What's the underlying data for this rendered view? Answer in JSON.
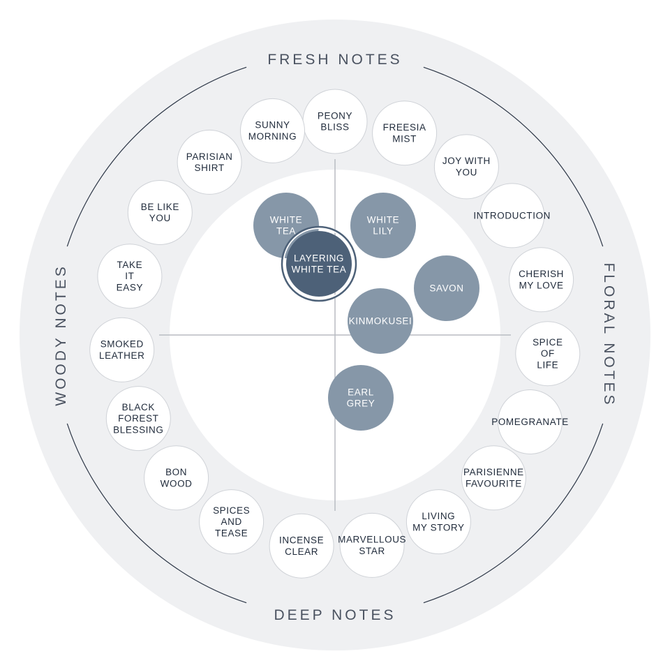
{
  "sections": {
    "top": "FRESH NOTES",
    "right": "FLORAL NOTES",
    "bottom": "DEEP NOTES",
    "left": "WOODY NOTES"
  },
  "scents": [
    {
      "id": "peony-bliss",
      "lines": [
        "PEONY",
        "BLISS"
      ]
    },
    {
      "id": "freesia-mist",
      "lines": [
        "FREESIA",
        "MIST"
      ]
    },
    {
      "id": "joy-with-you",
      "lines": [
        "JOY WITH",
        "YOU"
      ]
    },
    {
      "id": "introduction",
      "lines": [
        "INTRODUCTION"
      ]
    },
    {
      "id": "cherish-my-love",
      "lines": [
        "CHERISH",
        "MY LOVE"
      ]
    },
    {
      "id": "spice-of-life",
      "lines": [
        "SPICE",
        "OF",
        "LIFE"
      ]
    },
    {
      "id": "pomegranate",
      "lines": [
        "POMEGRANATE"
      ]
    },
    {
      "id": "parisienne-favourite",
      "lines": [
        "PARISIENNE",
        "FAVOURITE"
      ]
    },
    {
      "id": "living-my-story",
      "lines": [
        "LIVING",
        "MY STORY"
      ]
    },
    {
      "id": "marvellous-star",
      "lines": [
        "MARVELLOUS",
        "STAR"
      ]
    },
    {
      "id": "incense-clear",
      "lines": [
        "INCENSE",
        "CLEAR"
      ]
    },
    {
      "id": "spices-and-tease",
      "lines": [
        "SPICES",
        "AND",
        "TEASE"
      ]
    },
    {
      "id": "bon-wood",
      "lines": [
        "BON",
        "WOOD"
      ]
    },
    {
      "id": "black-forest-blessing",
      "lines": [
        "BLACK",
        "FOREST",
        "BLESSING"
      ]
    },
    {
      "id": "smoked-leather",
      "lines": [
        "SMOKED",
        "LEATHER"
      ]
    },
    {
      "id": "take-it-easy",
      "lines": [
        "TAKE",
        "IT",
        "EASY"
      ]
    },
    {
      "id": "be-like-you",
      "lines": [
        "BE LIKE",
        "YOU"
      ]
    },
    {
      "id": "parisian-shirt",
      "lines": [
        "PARISIAN",
        "SHIRT"
      ]
    },
    {
      "id": "sunny-morning",
      "lines": [
        "SUNNY",
        "MORNING"
      ]
    }
  ],
  "notes": [
    {
      "id": "white-tea",
      "lines": [
        "WHITE",
        "TEA"
      ]
    },
    {
      "id": "white-lily",
      "lines": [
        "WHITE",
        "LILY"
      ]
    },
    {
      "id": "savon",
      "lines": [
        "SAVON"
      ]
    },
    {
      "id": "kinmokusei",
      "lines": [
        "KINMOKUSEI"
      ]
    },
    {
      "id": "earl-grey",
      "lines": [
        "EARL",
        "GREY"
      ]
    }
  ],
  "featured": {
    "id": "layering-white-tea",
    "lines": [
      "LAYERING",
      "WHITE TEA"
    ]
  },
  "colors": {
    "outer_ring": "#eff0f2",
    "note_fill": "#8697a8",
    "featured_fill": "#4d6178",
    "text_dark": "#1f2a3a"
  }
}
